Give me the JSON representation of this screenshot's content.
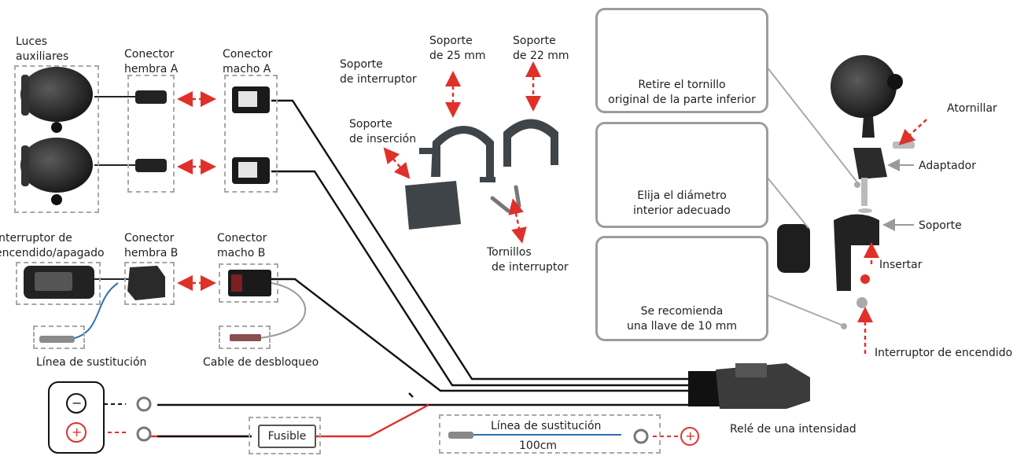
{
  "labels": {
    "luces": "Luces",
    "auxiliares": "auxiliares",
    "conector_hembra_a_1": "Conector",
    "conector_hembra_a_2": "hembra A",
    "conector_macho_a_1": "Conector",
    "conector_macho_a_2": "macho A",
    "soporte_interruptor_1": "Soporte",
    "soporte_interruptor_2": "de interruptor",
    "soporte_25_1": "Soporte",
    "soporte_25_2": "de 25 mm",
    "soporte_22_1": "Soporte",
    "soporte_22_2": "de 22 mm",
    "soporte_insercion_1": "Soporte",
    "soporte_insercion_2": "de inserción",
    "tornillos_1": "Tornillos",
    "tornillos_2": "de interruptor",
    "interruptor_1": "Interruptor de",
    "interruptor_2": "encendido/apagado",
    "conector_hembra_b_1": "Conector",
    "conector_hembra_b_2": "hembra B",
    "conector_macho_b_1": "Conector",
    "conector_macho_b_2": "macho B",
    "linea_sustitucion": "Línea de sustitución",
    "cable_desbloqueo": "Cable de desbloqueo",
    "fusible": "Fusible",
    "linea_sustitucion_2": "Línea de sustitución",
    "cm": "100cm",
    "rele": "Relé de una intensidad",
    "atornillar": "Atornillar",
    "adaptador": "Adaptador",
    "soporte": "Soporte",
    "insertar": "Insertar",
    "interruptor_encend": "Interruptor de encendido"
  },
  "panels": {
    "tornillo_1": "Retire el tornillo",
    "tornillo_2": "original de la parte inferior",
    "diametro_1": "Elija el diámetro",
    "diametro_2": "interior adecuado",
    "llave_1": "Se recomienda",
    "llave_2": "una llave de 10 mm"
  },
  "symbols": {
    "minus": "−",
    "plus": "+"
  },
  "colors": {
    "arrow_red": "#e0302a",
    "wire_black": "#111111",
    "wire_red": "#e0302a",
    "wire_blue": "#2f6fb5",
    "dashed_gray": "#a8a8a8",
    "panel_border": "#9c9c9c"
  }
}
